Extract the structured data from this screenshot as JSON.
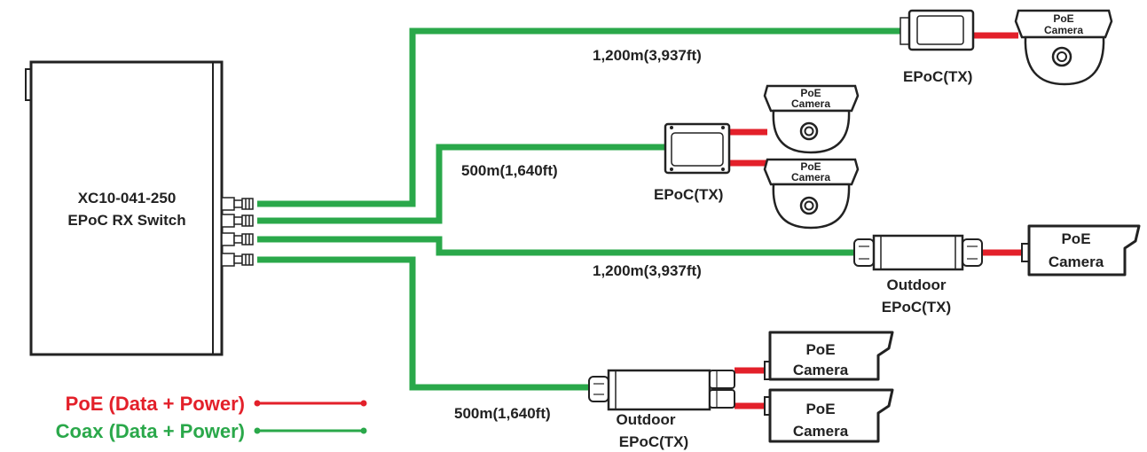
{
  "switch": {
    "model": "XC10-041-250",
    "name": "EPoC RX Switch"
  },
  "links": {
    "link1_distance": "1,200m(3,937ft)",
    "link2_distance": "500m(1,640ft)",
    "link3_distance": "1,200m(3,937ft)",
    "link4_distance": "500m(1,640ft)"
  },
  "devices": {
    "tx1_label": "EPoC(TX)",
    "tx2_label": "EPoC(TX)",
    "tx3_label_line1": "Outdoor",
    "tx3_label_line2": "EPoC(TX)",
    "tx4_label_line1": "Outdoor",
    "tx4_label_line2": "EPoC(TX)"
  },
  "camera": {
    "line1": "PoE",
    "line2": "Camera"
  },
  "legend": {
    "poe_label": "PoE (Data + Power)",
    "coax_label": "Coax (Data + Power)"
  },
  "colors": {
    "coax": "#2aa84a",
    "poe": "#e3202a",
    "outline": "#222222"
  }
}
